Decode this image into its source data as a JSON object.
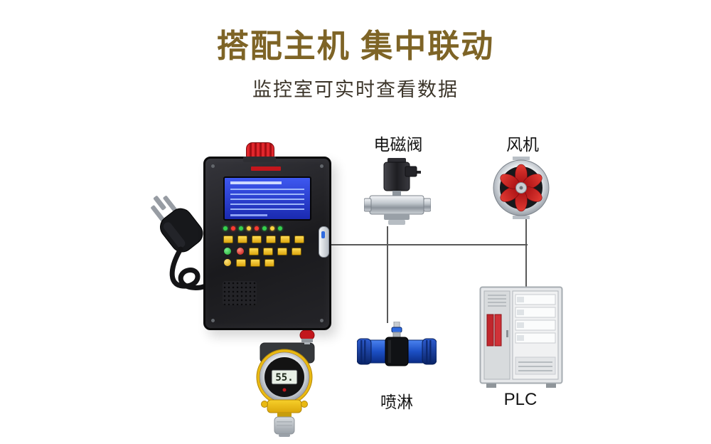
{
  "header": {
    "title": "搭配主机 集中联动",
    "subtitle": "监控室可实时查看数据"
  },
  "diagram": {
    "labels": {
      "solenoid_valve": "电磁阀",
      "fan": "风机",
      "spray": "喷淋",
      "plc": "PLC"
    },
    "detector": {
      "lcd_value": "55."
    }
  },
  "colors": {
    "title": "#7e6426",
    "subtitle": "#3c352a",
    "connector_line": "#595959",
    "alarm_red": "#c3161c",
    "screen_blue": "#2b3fe0",
    "fan_red": "#c4161c",
    "spray_blue": "#1c4fc4",
    "detector_yellow": "#e9b912"
  }
}
